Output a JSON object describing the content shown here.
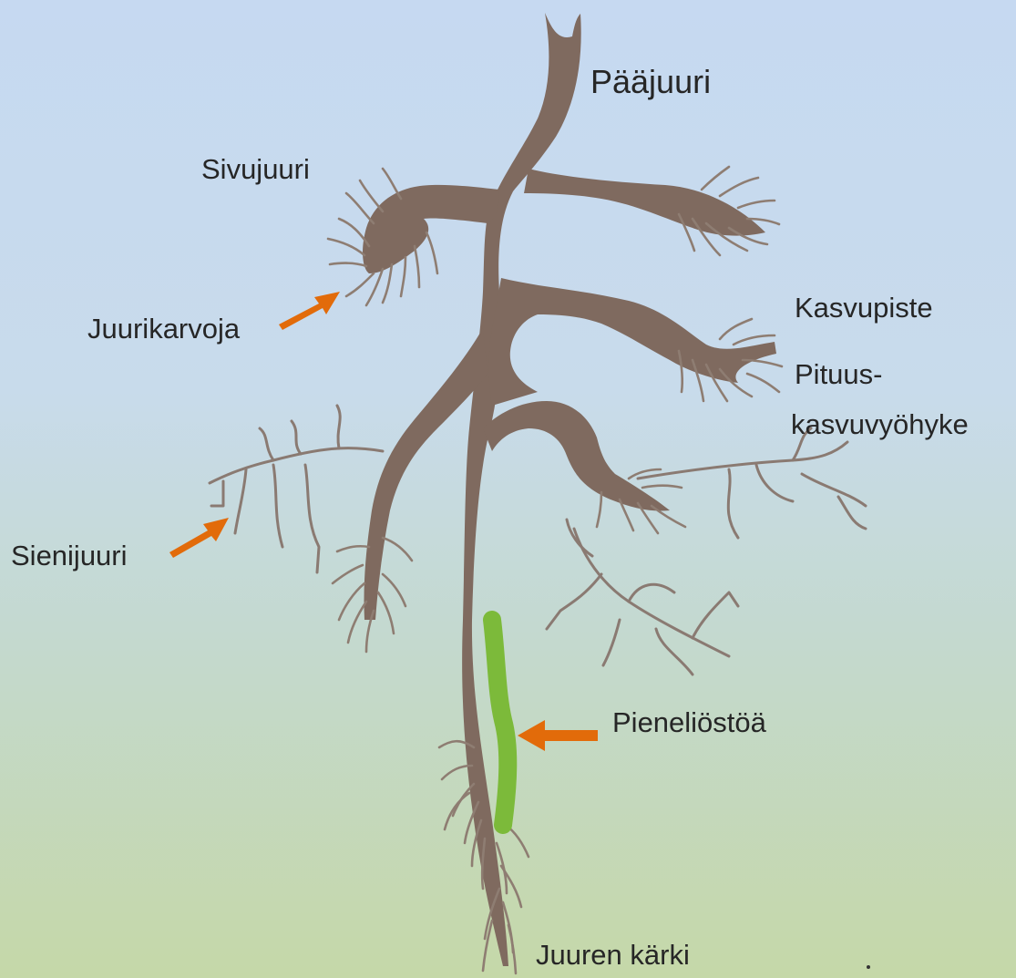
{
  "labels": {
    "paajuuri": "Pääjuuri",
    "sivujuuri": "Sivujuuri",
    "juurikarvoja": "Juurikarvoja",
    "kasvupiste": "Kasvupiste",
    "pituus_line1": "Pituus-",
    "pituus_line2": "kasvuvyöhyke",
    "sienijuuri": "Sienijuuri",
    "pienelioistoa": "Pieneliöstöä",
    "juuren_karki": "Juuren kärki"
  },
  "colors": {
    "root": "#7f6a5f",
    "microbes": "#7cba3a",
    "arrow": "#e26b0a",
    "background_top": "#c6d9f1",
    "background_bottom": "#c5d8a8"
  }
}
